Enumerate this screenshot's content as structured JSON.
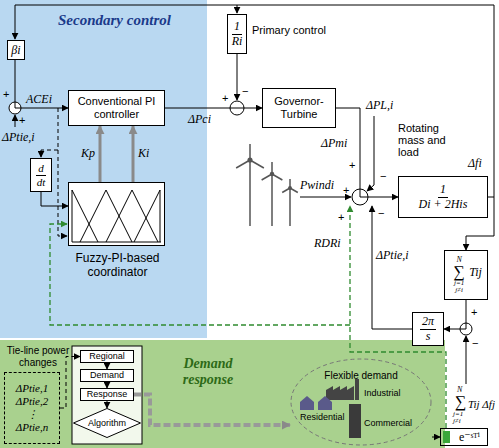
{
  "diagram": {
    "nodes": [
      {
        "text": [
          "Secondary control"
        ]
      },
      {
        "text": [
          "βi"
        ],
        "in": 0
      },
      {
        "text": [
          "Conventional PI controller"
        ],
        "in": 0
      },
      {
        "text": [
          "d",
          "dt"
        ],
        "in": 0
      },
      {
        "text": [
          "Fuzzy-PI-based coordinator"
        ],
        "in": 0
      },
      {
        "text": [
          "1",
          "Ri"
        ]
      },
      {
        "text": [
          "Governor-Turbine"
        ]
      },
      {
        "text": [
          "1",
          "Di + 2His"
        ]
      },
      {
        "text": [
          "N",
          "∑",
          "j=1 j≠i",
          "Tij"
        ]
      },
      {
        "text": [
          "2π",
          "s"
        ]
      },
      {
        "text": [
          "Demand response"
        ]
      },
      {
        "text": [
          "Tie-line power changes",
          "ΔPtie,1",
          "ΔPtie,2",
          "⋮",
          "ΔPtie,n"
        ],
        "in": 10
      },
      {
        "text": [
          "Regional"
        ],
        "in": 10
      },
      {
        "text": [
          "Demand"
        ],
        "in": 10
      },
      {
        "text": [
          "Response"
        ],
        "in": 10
      },
      {
        "text": [
          "Algorithm"
        ],
        "in": 10
      },
      {
        "text": [
          "Flexible demand"
        ],
        "in": 10
      },
      {
        "text": [
          "e⁻ˢᵀⁱ"
        ]
      }
    ],
    "edges": [
      {
        "from": 1,
        "to": 2,
        "arrow": "to",
        "label": "ACEi"
      },
      {
        "from": 4,
        "to": 2,
        "arrow": "to",
        "label": "Kp"
      },
      {
        "from": 4,
        "to": 2,
        "arrow": "to",
        "label": "Ki"
      },
      {
        "from": 3,
        "to": 4,
        "arrow": "to"
      },
      {
        "from": 2,
        "to": 6,
        "arrow": "to",
        "label": "ΔPci"
      },
      {
        "from": 6,
        "to": 7,
        "arrow": "to",
        "label": "ΔPmi"
      },
      {
        "from": 7,
        "to": 8,
        "arrow": "to",
        "label": "Δfi"
      },
      {
        "from": 11,
        "to": 12,
        "arrow": "to"
      },
      {
        "from": 12,
        "to": 13,
        "arrow": "to"
      },
      {
        "from": 13,
        "to": 14,
        "arrow": "to"
      },
      {
        "from": 14,
        "to": 15,
        "arrow": "to"
      },
      {
        "from": 14,
        "to": 16,
        "arrow": "to"
      },
      {
        "from": 16,
        "to": 17,
        "arrow": "to"
      },
      {
        "from": 8,
        "to": 9,
        "arrow": "to"
      }
    ],
    "labels": [
      "+",
      "+",
      "ΔPtie,i",
      "Primary control",
      "+",
      "−",
      "ΔPL,i",
      "Rotating mass and load",
      "Pwindi",
      "+",
      "−",
      "+",
      "+",
      "−",
      "RDRi",
      "ΔPtie,i",
      "+",
      "−",
      "N",
      "∑",
      "j=1 j≠i",
      "Tij Δfj",
      "Industrial",
      "Residential",
      "Commercial"
    ]
  }
}
